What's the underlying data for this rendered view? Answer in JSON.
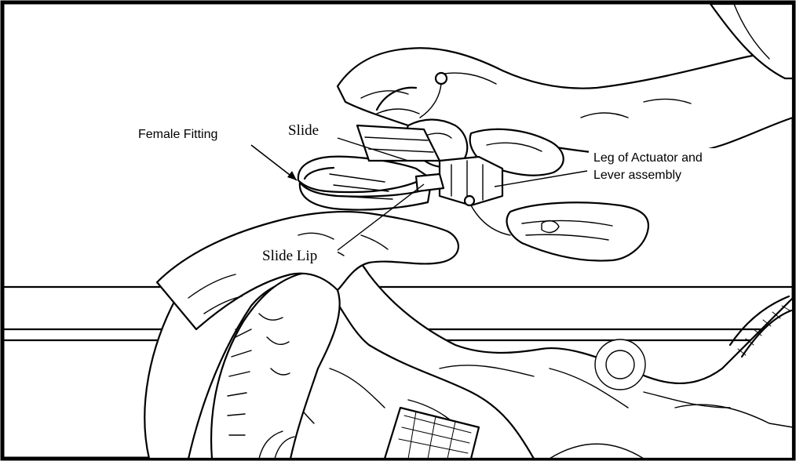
{
  "labels": {
    "female_fitting": "Female Fitting",
    "slide": "Slide",
    "leg_line1": "Leg of Actuator and",
    "leg_line2": "Lever assembly",
    "slide_lip": "Slide Lip"
  },
  "colors": {
    "ink": "#000000",
    "paper": "#ffffff"
  }
}
